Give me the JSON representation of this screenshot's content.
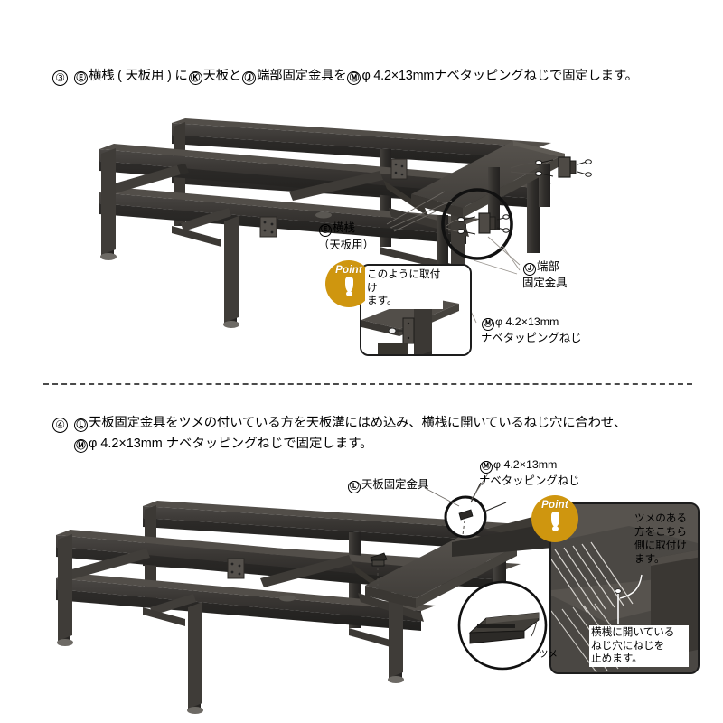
{
  "document": {
    "language": "ja",
    "background_color": "#ffffff",
    "accent_color": "#cf960f",
    "frame_color": "#3a3734"
  },
  "steps": [
    {
      "number": "③",
      "heading_parts": {
        "p1": "Ⓔ",
        "t1": "横桟 ( 天板用 ) に",
        "p2": "Ⓚ",
        "t2": "天板と",
        "p3": "Ⓙ",
        "t3": "端部固定金具を",
        "p4": "Ⓜ",
        "t4": "φ 4.2×13mmナベタッピングねじで固定します。"
      },
      "labels": {
        "crossbar": {
          "mark": "Ⓔ",
          "line1": "横桟",
          "line2": "（天板用）"
        },
        "end_bracket": {
          "mark": "Ⓙ",
          "line1": "端部",
          "line2": "固定金具"
        },
        "screw": {
          "mark": "Ⓜ",
          "line1": "φ 4.2×13mm",
          "line2": "ナベタッピングねじ"
        }
      },
      "point": {
        "badge_word": "Point",
        "note": "このように取付け\nます。"
      }
    },
    {
      "number": "④",
      "heading_line1_parts": {
        "p1": "Ⓛ",
        "t1": "天板固定金具をツメの付いている方を天板溝にはめ込み、横桟に開いているねじ穴に合わせ、"
      },
      "heading_line2_parts": {
        "p1": "Ⓜ",
        "t1": "φ 4.2×13mm ナベタッピングねじで固定します。"
      },
      "labels": {
        "top_bracket": {
          "mark": "Ⓛ",
          "text": "天板固定金具"
        },
        "screw": {
          "mark": "Ⓜ",
          "line1": "φ 4.2×13mm",
          "line2": "ナベタッピングねじ"
        },
        "claw": {
          "text": "ツメ"
        }
      },
      "point": {
        "badge_word": "Point",
        "note": "ツメのある\n方をこちら\n側に取付け\nます。"
      },
      "note_bottom": "横桟に開いている\nねじ穴にねじを\n止めます。"
    }
  ]
}
